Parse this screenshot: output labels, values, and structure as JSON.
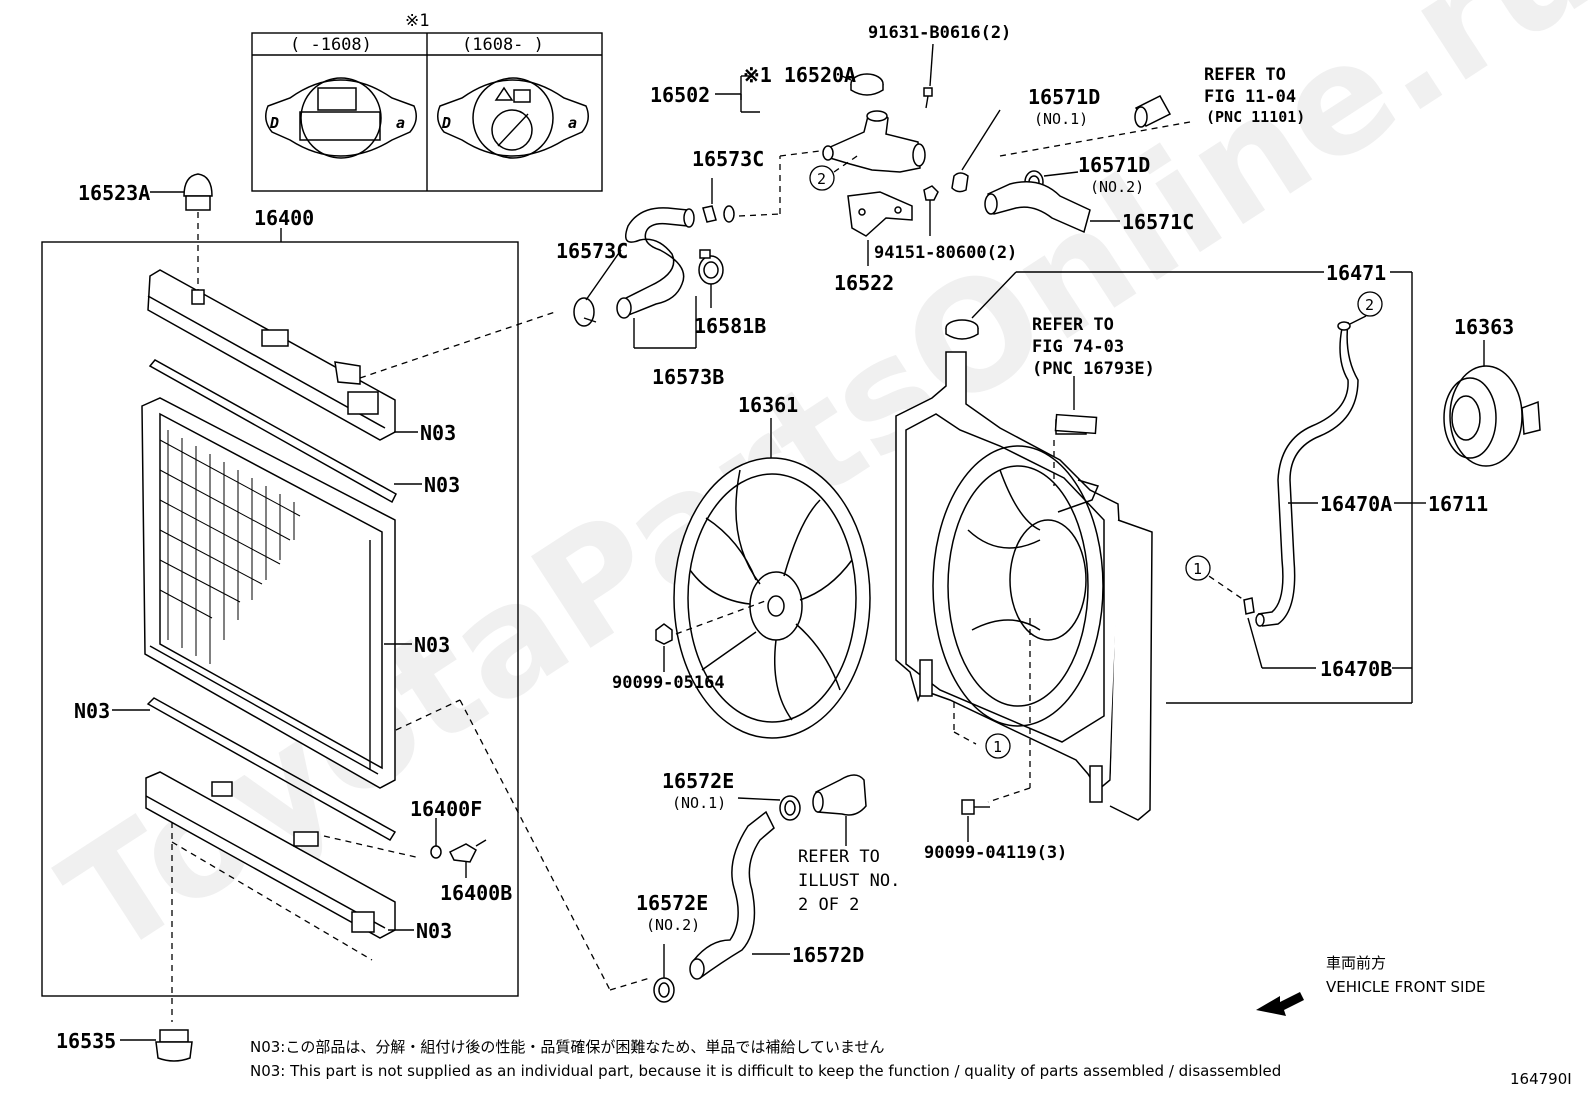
{
  "diagram": {
    "watermark": "ToyotaPartsOnline.ru",
    "cap_variants": {
      "marker": "※1",
      "col_left": "(    -1608)",
      "col_right": "(1608-      )"
    },
    "labels": {
      "p16523A": "16523A",
      "p16400": "16400",
      "p16535": "16535",
      "p16502": "16502",
      "p16520A": "※1 16520A",
      "p91631": "91631-B0616(2)",
      "p16571D_1": "16571D",
      "p16571D_1_sub": "(NO.1)",
      "p16571D_2": "16571D",
      "p16571D_2_sub": "(NO.2)",
      "p16571C": "16571C",
      "p16522": "16522",
      "p94151": "94151-80600(2)",
      "p16573C_a": "16573C",
      "p16573C_b": "16573C",
      "p16581B": "16581B",
      "p16573B": "16573B",
      "p16471": "16471",
      "p16363": "16363",
      "p16361": "16361",
      "p16470A": "16470A",
      "p16711": "16711",
      "p16470B": "16470B",
      "p90099_05164": "90099-05164",
      "p90099_04119": "90099-04119(3)",
      "p16572E_1": "16572E",
      "p16572E_1_sub": "(NO.1)",
      "p16572E_2": "16572E",
      "p16572E_2_sub": "(NO.2)",
      "p16572D": "16572D",
      "p16400F": "16400F",
      "p16400B": "16400B",
      "n03": "N03",
      "refer_fig_11_04": [
        "REFER TO",
        "FIG 11-04",
        "(PNC 11101)"
      ],
      "refer_fig_74_03": [
        "REFER TO",
        "FIG 74-03",
        "(PNC 16793E)"
      ],
      "refer_illust": [
        "REFER TO",
        "ILLUST NO.",
        "2 OF 2"
      ],
      "circle_1": "1",
      "circle_2": "2"
    },
    "front_side": {
      "jp": "車両前方",
      "en": "VEHICLE FRONT SIDE"
    },
    "notes": {
      "jp": "N03:この部品は、分解・組付け後の性能・品質確保が困難なため、単品では補給していません",
      "en": "N03: This part is not supplied as an individual part, because it is difficult to keep the function / quality of parts assembled / disassembled"
    },
    "figure_id": "164790I"
  }
}
